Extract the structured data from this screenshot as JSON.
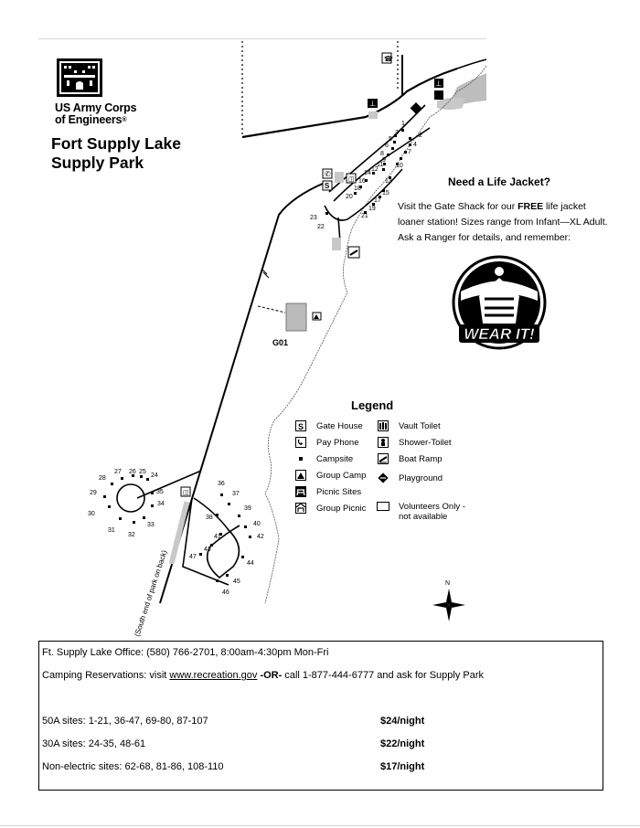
{
  "header": {
    "org_line1": "US Army Corps",
    "org_line2": "of Engineers",
    "reg_mark": "®",
    "title_line1": "Fort Supply Lake",
    "title_line2": "Supply Park"
  },
  "life_jacket": {
    "heading": "Need a Life Jacket?",
    "text1": "Visit the Gate Shack for our ",
    "text_bold": "FREE",
    "text2": " life jacket loaner station! Sizes range from Infant—XL Adult. Ask a Ranger for details, and remember:",
    "logo_text": "WEAR IT!"
  },
  "map_labels": {
    "group_camp": "G01",
    "road_note": "(South end of park on back)",
    "north": "N"
  },
  "sites_north": [
    {
      "n": "1"
    },
    {
      "n": "2"
    },
    {
      "n": "3"
    },
    {
      "n": "4"
    },
    {
      "n": "5"
    },
    {
      "n": "6"
    },
    {
      "n": "7"
    },
    {
      "n": "8"
    },
    {
      "n": "9"
    },
    {
      "n": "10"
    },
    {
      "n": "11"
    },
    {
      "n": "12"
    },
    {
      "n": "13"
    },
    {
      "n": "14"
    },
    {
      "n": "15"
    },
    {
      "n": "16"
    },
    {
      "n": "17"
    },
    {
      "n": "18"
    },
    {
      "n": "19"
    },
    {
      "n": "20"
    },
    {
      "n": "21"
    },
    {
      "n": "22"
    },
    {
      "n": "23"
    }
  ],
  "sites_west_loop": [
    "24",
    "25",
    "26",
    "27",
    "28",
    "29",
    "30",
    "31",
    "32",
    "33",
    "34",
    "35"
  ],
  "sites_east_loop": [
    "36",
    "37",
    "38",
    "39",
    "40",
    "41",
    "42",
    "43",
    "44",
    "45",
    "46",
    "47"
  ],
  "legend": {
    "title": "Legend",
    "items": [
      {
        "label": "Gate House",
        "icon": "gate-house-icon"
      },
      {
        "label": "Pay Phone",
        "icon": "phone-icon"
      },
      {
        "label": "Campsite",
        "icon": "campsite-icon"
      },
      {
        "label": "Group Camp",
        "icon": "group-camp-icon"
      },
      {
        "label": "Picnic Sites",
        "icon": "picnic-icon"
      },
      {
        "label": "Group Picnic",
        "icon": "group-picnic-icon"
      },
      {
        "label": "Vault Toilet",
        "icon": "vault-toilet-icon"
      },
      {
        "label": "Shower-Toilet",
        "icon": "shower-toilet-icon"
      },
      {
        "label": "Boat Ramp",
        "icon": "boat-ramp-icon"
      },
      {
        "label": "Playground",
        "icon": "playground-icon"
      },
      {
        "label": "Volunteers Only -",
        "icon": "volunteer-box-icon"
      },
      {
        "label": "not available",
        "icon": ""
      }
    ]
  },
  "info": {
    "office": "Ft. Supply Lake Office: (580) 766-2701, 8:00am-4:30pm Mon-Fri",
    "reserve_prefix": "Camping Reservations: visit ",
    "reserve_link": "www.recreation.gov",
    "reserve_or": " -OR-",
    "reserve_suffix": "  call 1-877-444-6777 and ask for Supply Park",
    "rates": [
      {
        "sites": "50A sites: 1-21, 36-47, 69-80, 87-107",
        "price": "$24/night"
      },
      {
        "sites": "30A sites: 24-35, 48-61",
        "price": "$22/night"
      },
      {
        "sites": "Non-electric sites: 62-68, 81-86, 108-110",
        "price": "$17/night"
      }
    ]
  }
}
